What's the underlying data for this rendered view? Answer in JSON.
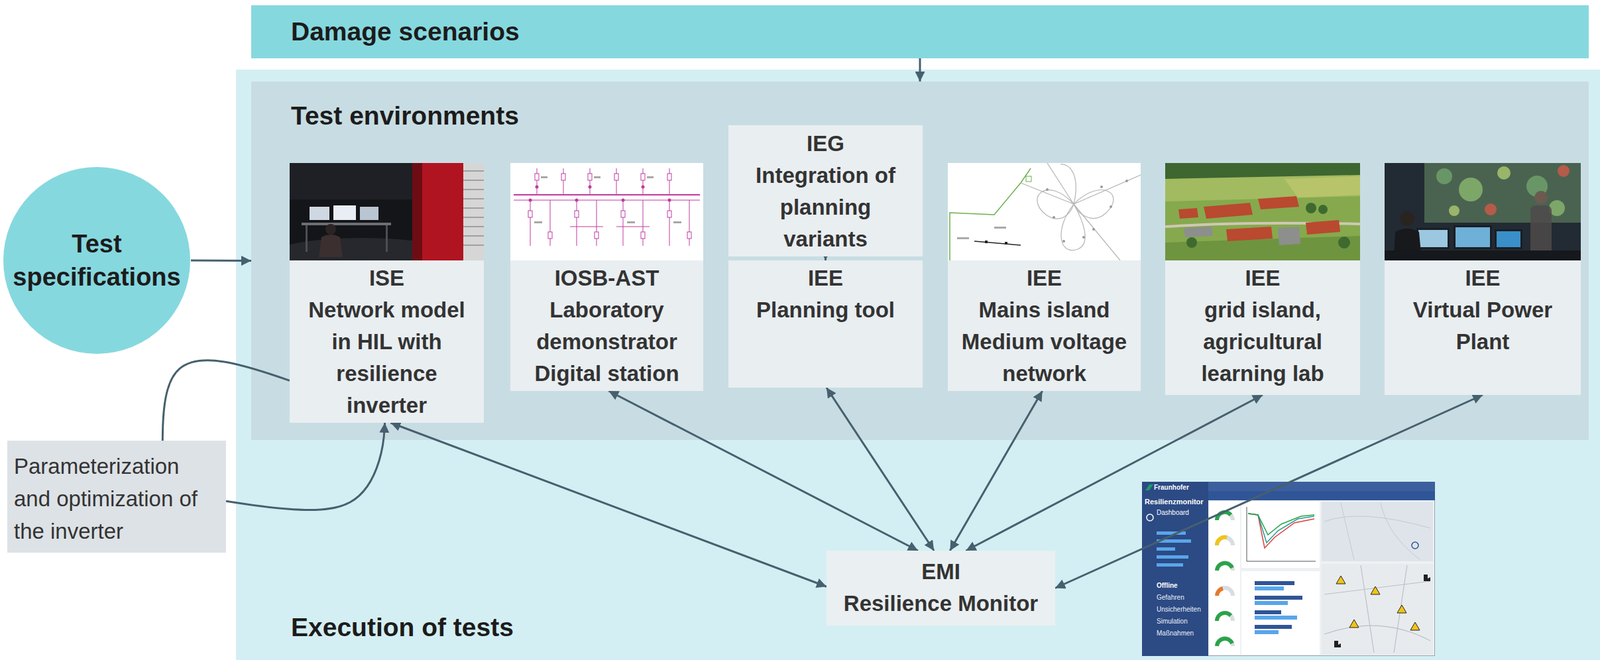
{
  "diagram": {
    "nodes": [
      {
        "text": [
          "Damage scenarios"
        ]
      },
      {
        "text": [
          "Execution of tests"
        ]
      },
      {
        "text": [
          "Test environments"
        ],
        "in": 1
      },
      {
        "text": [
          "Test specifications"
        ]
      },
      {
        "text": [
          "ISE",
          "Network model in HIL with resilience inverter"
        ],
        "in": 2
      },
      {
        "text": [
          "IOSB-AST",
          "Laboratory demonstrator Digital station"
        ],
        "in": 2
      },
      {
        "text": [
          "IEG",
          "Integration of planning variants"
        ],
        "in": 2
      },
      {
        "text": [
          "IEE",
          "Planning tool"
        ],
        "in": 2
      },
      {
        "text": [
          "IEE",
          "Mains island Medium voltage network"
        ],
        "in": 2
      },
      {
        "text": [
          "IEE",
          "grid island, agricultural learning lab"
        ],
        "in": 2
      },
      {
        "text": [
          "IEE",
          "Virtual Power Plant"
        ],
        "in": 2
      },
      {
        "text": [
          "Parameterization and optimization of the inverter"
        ]
      },
      {
        "text": [
          "EMI",
          "Resilience Monitor"
        ],
        "in": 1
      }
    ],
    "edges": [
      {
        "from": 0,
        "to": 2,
        "arrow": "to"
      },
      {
        "from": 3,
        "to": 2,
        "arrow": "to"
      },
      {
        "from": 6,
        "to": 7,
        "arrow": "to"
      },
      {
        "from": 11,
        "to": 4,
        "arrow": "none"
      },
      {
        "from": 11,
        "to": 4,
        "arrow": "to"
      },
      {
        "from": 12,
        "to": 4,
        "arrow": "both"
      },
      {
        "from": 12,
        "to": 5,
        "arrow": "both"
      },
      {
        "from": 12,
        "to": 7,
        "arrow": "both"
      },
      {
        "from": 12,
        "to": 8,
        "arrow": "both"
      },
      {
        "from": 12,
        "to": 9,
        "arrow": "both"
      },
      {
        "from": 12,
        "to": 10,
        "arrow": "both"
      }
    ],
    "labels": [
      "Fraunhofer",
      "Resilienzmonitor",
      "Dashboard",
      "Offline",
      "Gefahren",
      "Unsicherheiten",
      "Simulation",
      "Maßnahmen"
    ]
  }
}
